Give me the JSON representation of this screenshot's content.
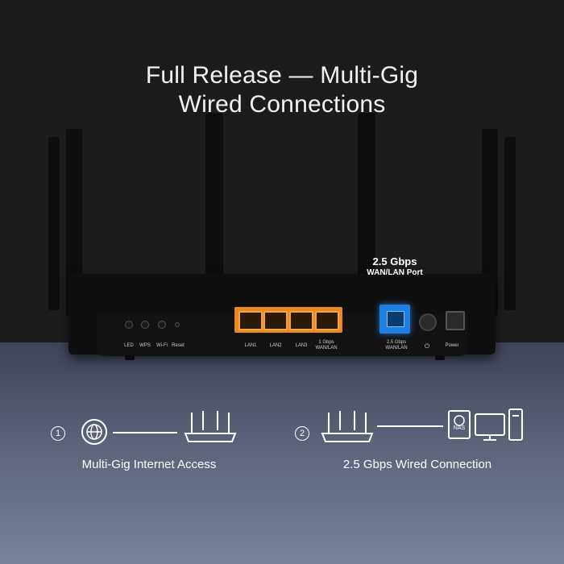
{
  "headline": {
    "line1": "Full Release  — Multi-Gig",
    "line2": "Wired Connections"
  },
  "router": {
    "buttons": [
      "LED",
      "WPS",
      "Wi-Fi",
      "Reset"
    ],
    "ports": [
      "LAN1",
      "LAN2",
      "LAN3",
      "1 Gbps WAN/LAN"
    ],
    "wan_port_label": "2.5 Gbps WAN/LAN",
    "power_button_icon": "power-icon",
    "power_label": "Power",
    "callout": {
      "line1": "2.5 Gbps",
      "line2": "WAN/LAN Port"
    },
    "colors": {
      "lan_ports": "#e68a1e",
      "wan_port": "#1f7fe0"
    }
  },
  "diagrams": [
    {
      "number": "①",
      "caption": "Multi-Gig Internet Access",
      "icons": [
        "globe-icon",
        "cable-icon",
        "router-icon"
      ]
    },
    {
      "number": "②",
      "caption": "2.5 Gbps Wired Connection",
      "icons": [
        "router-icon",
        "cable-icon",
        "nas-icon",
        "desktop-pc-icon"
      ],
      "nas_label": "NAS"
    }
  ]
}
